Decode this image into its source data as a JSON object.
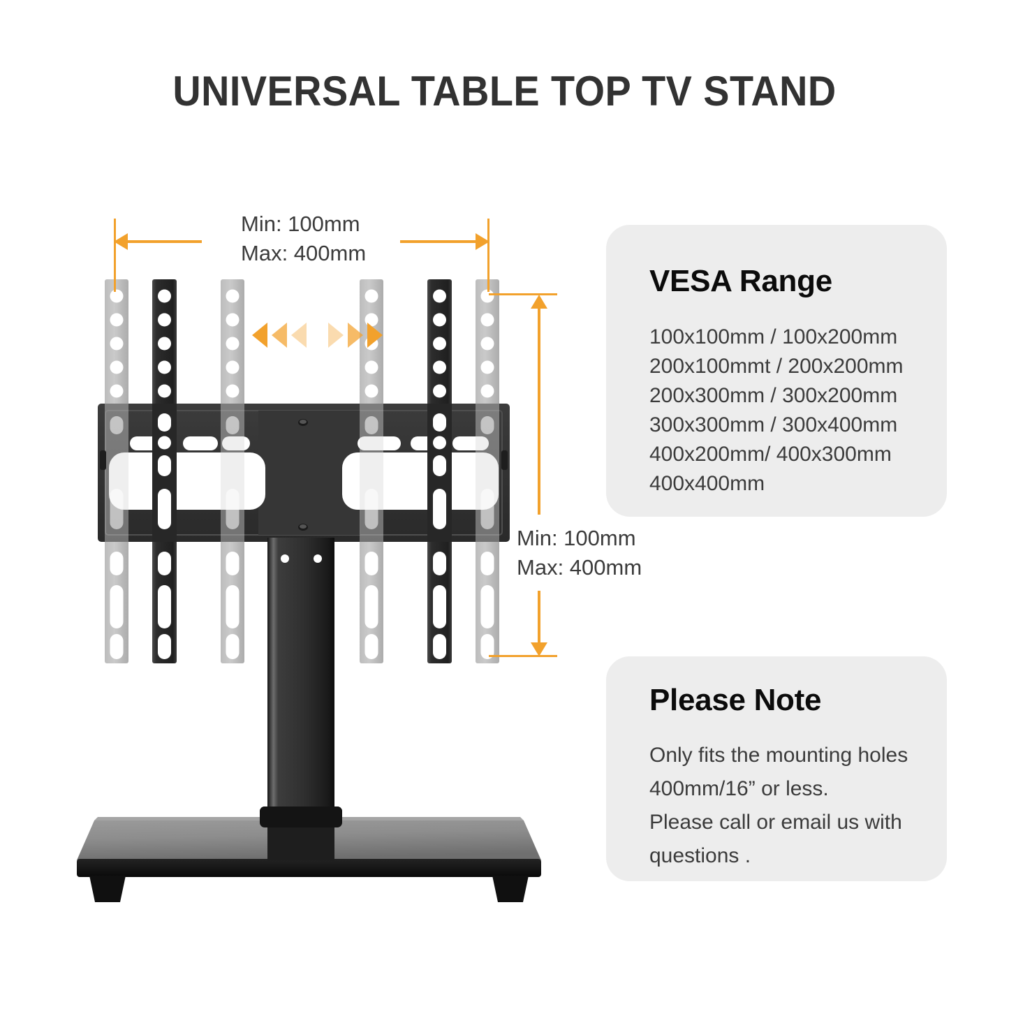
{
  "page": {
    "title": "UNIVERSAL TABLE TOP TV STAND",
    "background_color": "#ffffff",
    "accent_color": "#f2a12c",
    "card_background": "#ededed",
    "text_color": "#3b3b3b"
  },
  "dimensions": {
    "horizontal": {
      "min_label": "Min: 100mm",
      "max_label": "Max: 400mm"
    },
    "vertical": {
      "min_label": "Min: 100mm",
      "max_label": "Max: 400mm"
    }
  },
  "vesa_card": {
    "heading": "VESA Range",
    "lines": [
      "100x100mm / 100x200mm",
      "200x100mmt / 200x200mm",
      "200x300mm / 300x200mm",
      "300x300mm / 300x400mm",
      "400x200mm/ 400x300mm",
      "400x400mm"
    ]
  },
  "note_card": {
    "heading": "Please Note",
    "lines": [
      "Only fits the mounting holes 400mm/16” or less.",
      "Please call or email us with questions ."
    ]
  },
  "icons": {
    "chevron_left": "chevron-left-icon",
    "chevron_right": "chevron-right-icon",
    "arrow_left": "arrow-left-icon",
    "arrow_right": "arrow-right-icon",
    "arrow_up": "arrow-up-icon",
    "arrow_down": "arrow-down-icon"
  },
  "product": {
    "name": "table-top-tv-stand",
    "parts": [
      "mounting-rails",
      "tv-mount-plate",
      "center-column",
      "glass-base"
    ]
  }
}
